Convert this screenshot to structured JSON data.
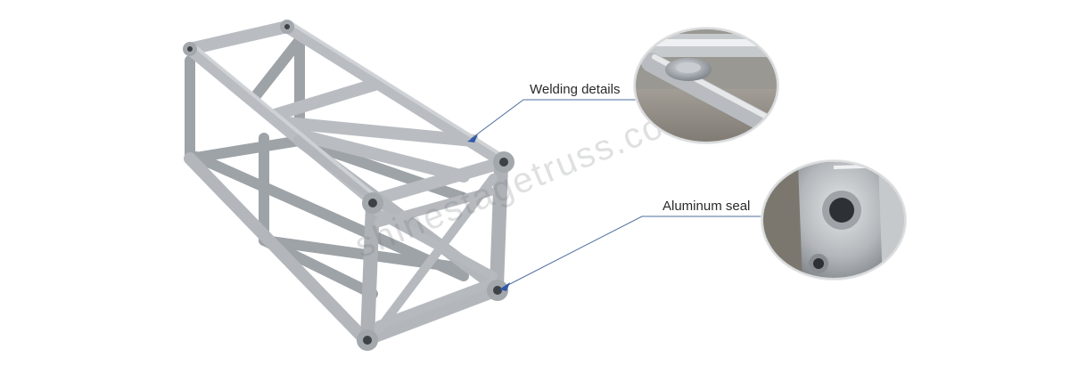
{
  "callouts": [
    {
      "label": "Welding details"
    },
    {
      "label": "Aluminum seal"
    }
  ],
  "watermark": "shinestagetruss.com",
  "colors": {
    "aluminum": "#b9bdc2",
    "aluminum_dark": "#8e9399",
    "leader_line": "#4d6f9c",
    "arrow": "#2f58a8"
  }
}
